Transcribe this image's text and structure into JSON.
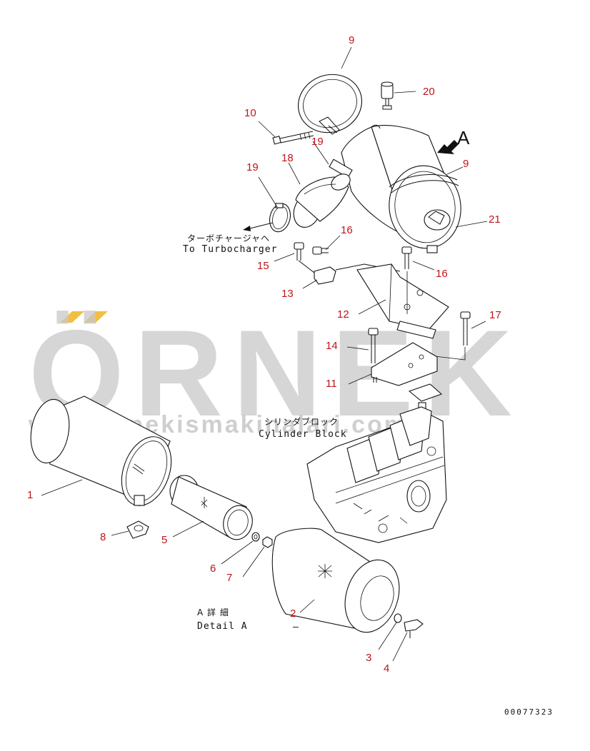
{
  "part_numbers": {
    "p1": "1",
    "p2": "2",
    "p3": "3",
    "p4": "4",
    "p5": "5",
    "p6": "6",
    "p7": "7",
    "p8": "8",
    "p9_top": "9",
    "p9_side": "9",
    "p10": "10",
    "p11": "11",
    "p12": "12",
    "p13": "13",
    "p14": "14",
    "p15": "15",
    "p16_a": "16",
    "p16_b": "16",
    "p17": "17",
    "p18": "18",
    "p19_a": "19",
    "p19_b": "19",
    "p20": "20",
    "p21": "21"
  },
  "labels": {
    "view_letter": "A",
    "turbo_jp": "ターボチャージャヘ",
    "turbo_en": "To Turbocharger",
    "block_jp": "シリンダブロック",
    "block_en": "Cylinder Block",
    "detail_jp": "A 詳 細",
    "detail_en": "Detail A",
    "dash": "–"
  },
  "drawing_code": "00077323",
  "watermark": {
    "brand": "ÖRNEK",
    "url": "www.ornekismakinalari.com.tr",
    "accent_color": "#f0c040"
  },
  "colors": {
    "part_number": "#c0141c",
    "line": "#111111"
  }
}
